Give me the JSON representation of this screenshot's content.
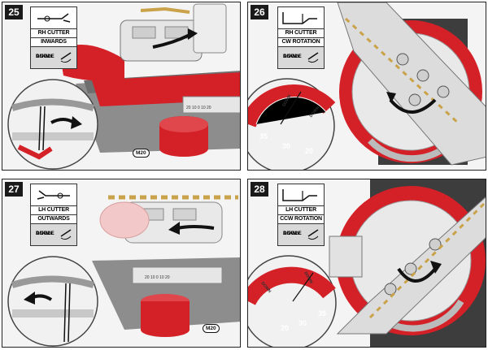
{
  "panels": [
    {
      "step": "25",
      "cutter": "RH CUTTER",
      "direction": "INWARDS",
      "angle_label_1": "DOWN",
      "angle_label_2": "ANGLE",
      "part_label": "M20"
    },
    {
      "step": "26",
      "cutter": "RH CUTTER",
      "direction": "CW ROTATION",
      "angle_label_1": "DOWN",
      "angle_label_2": "ANGLE",
      "dial_labels": [
        "35",
        "30",
        "20"
      ],
      "down_marks": [
        "DOWN",
        "DOWN"
      ]
    },
    {
      "step": "27",
      "cutter": "LH CUTTER",
      "direction": "OUTWARDS",
      "angle_label_1": "DOWN",
      "angle_label_2": "ANGLE",
      "part_label": "M20"
    },
    {
      "step": "28",
      "cutter": "LH CUTTER",
      "direction": "CCW ROTATION",
      "angle_label_1": "DOWN",
      "angle_label_2": "ANGLE",
      "dial_labels": [
        "20",
        "30",
        "35"
      ],
      "down_marks": [
        "DOWN",
        "DOWN"
      ]
    }
  ],
  "colors": {
    "red": "#d42027",
    "dark_red": "#a5151a",
    "metal": "#e8e8e8",
    "gray": "#8a8a8a",
    "dark": "#444444",
    "gold": "#c9a24a"
  }
}
